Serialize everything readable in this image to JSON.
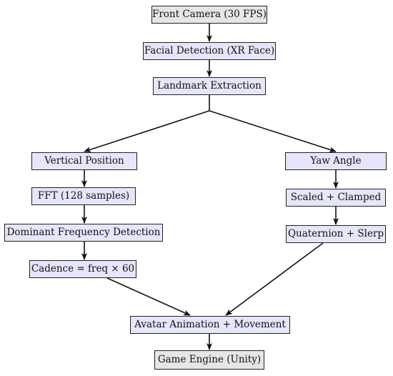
{
  "colors": {
    "terminal_fill": "#e6e6e6",
    "process_fill": "#e6e6fa",
    "stroke": "#222222"
  },
  "nodes": {
    "front_camera": "Front Camera (30 FPS)",
    "facial_detection": "Facial Detection (XR Face)",
    "landmark_extraction": "Landmark Extraction",
    "vertical_position": "Vertical Position",
    "fft": "FFT (128 samples)",
    "dominant_frequency": "Dominant Frequency Detection",
    "cadence": "Cadence = freq × 60",
    "yaw_angle": "Yaw Angle",
    "scaled_clamped": "Scaled + Clamped",
    "quaternion_slerp": "Quaternion + Slerp",
    "avatar_animation": "Avatar Animation + Movement",
    "game_engine": "Game Engine (Unity)"
  }
}
